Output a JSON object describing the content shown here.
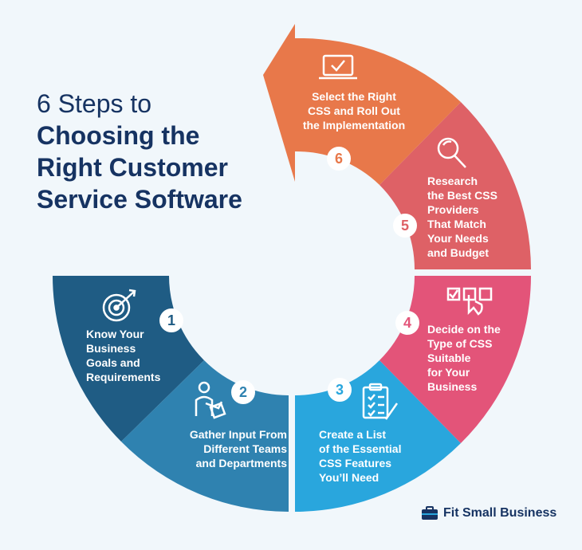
{
  "title": {
    "line1": "6 Steps to",
    "line2": "Choosing the",
    "line3": "Right Customer",
    "line4": "Service Software"
  },
  "colors": {
    "background": "#f1f7fb",
    "title": "#163362",
    "step1": "#1f5c84",
    "step2": "#2f82b0",
    "step3": "#29a6dd",
    "step4": "#e35479",
    "step5": "#de6166",
    "step6": "#e8784a"
  },
  "steps": [
    {
      "number": "1",
      "text": "Know Your\nBusiness\nGoals and\nRequirements",
      "icon": "target-icon"
    },
    {
      "number": "2",
      "text": "Gather Input From\nDifferent Teams\nand Departments",
      "icon": "person-presenting-icon"
    },
    {
      "number": "3",
      "text": "Create a List\nof the Essential\nCSS Features\nYou’ll Need",
      "icon": "clipboard-checklist-icon"
    },
    {
      "number": "4",
      "text": "Decide on the\nType of CSS\nSuitable\nfor Your\nBusiness",
      "icon": "checkbox-select-icon"
    },
    {
      "number": "5",
      "text": "Research\nthe Best CSS\nProviders\nThat Match\nYour Needs\nand Budget",
      "icon": "magnifier-icon"
    },
    {
      "number": "6",
      "text": "Select the Right\nCSS and Roll Out\nthe Implementation",
      "icon": "laptop-check-icon"
    }
  ],
  "brand": {
    "name": "Fit Small Business",
    "icon": "briefcase-icon"
  }
}
